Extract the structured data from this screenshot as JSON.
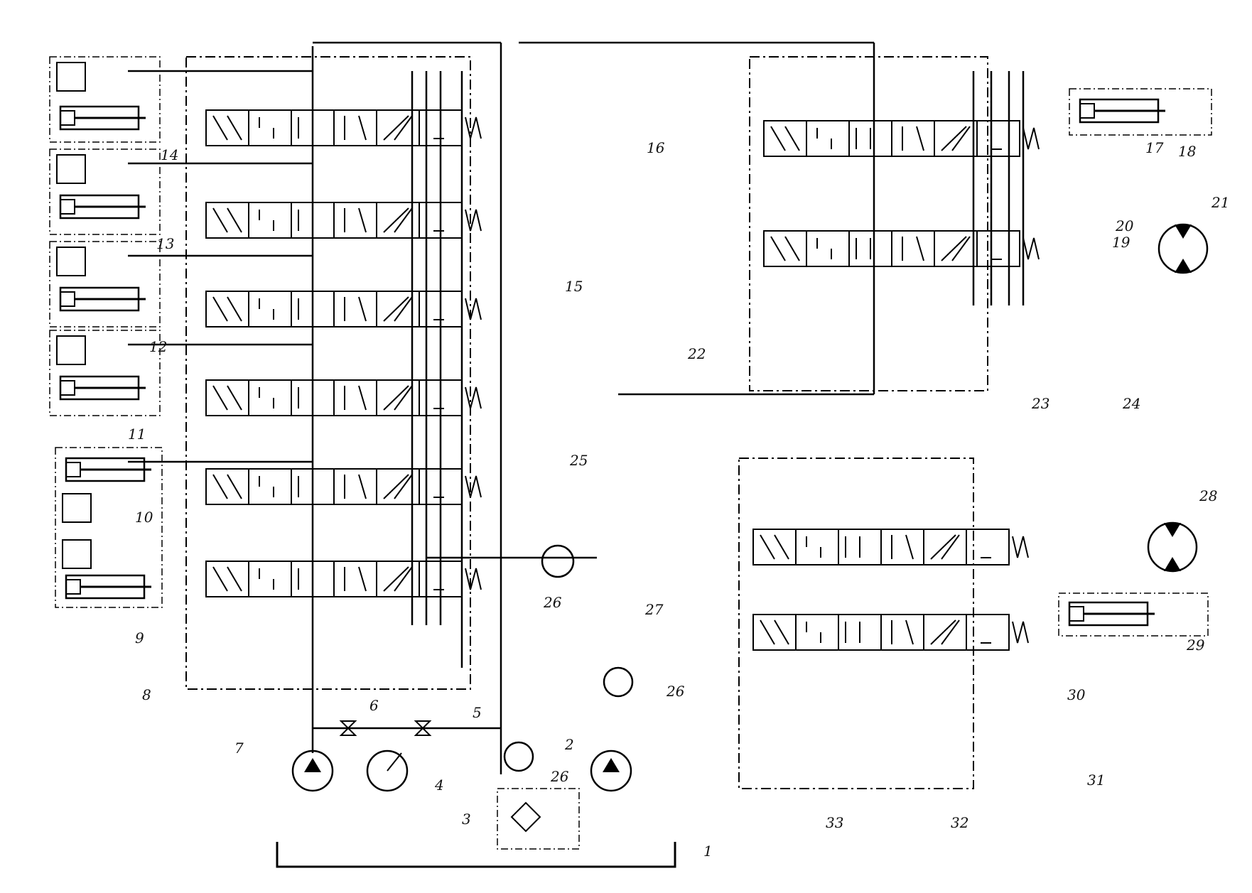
{
  "diagram": {
    "type": "hydraulic schematic",
    "labels": {
      "l1": "1",
      "l2": "2",
      "l3": "3",
      "l4": "4",
      "l5": "5",
      "l6": "6",
      "l7": "7",
      "l8": "8",
      "l9": "9",
      "l10": "10",
      "l11": "11",
      "l12": "12",
      "l13": "13",
      "l14": "14",
      "l15": "15",
      "l16": "16",
      "l17": "17",
      "l18": "18",
      "l19": "19",
      "l20": "20",
      "l21": "21",
      "l22": "22",
      "l23": "23",
      "l24": "24",
      "l25": "25",
      "l26a": "26",
      "l26b": "26",
      "l26c": "26",
      "l27": "27",
      "l28": "28",
      "l29": "29",
      "l30": "30",
      "l31": "31",
      "l32": "32",
      "l33": "33"
    }
  }
}
